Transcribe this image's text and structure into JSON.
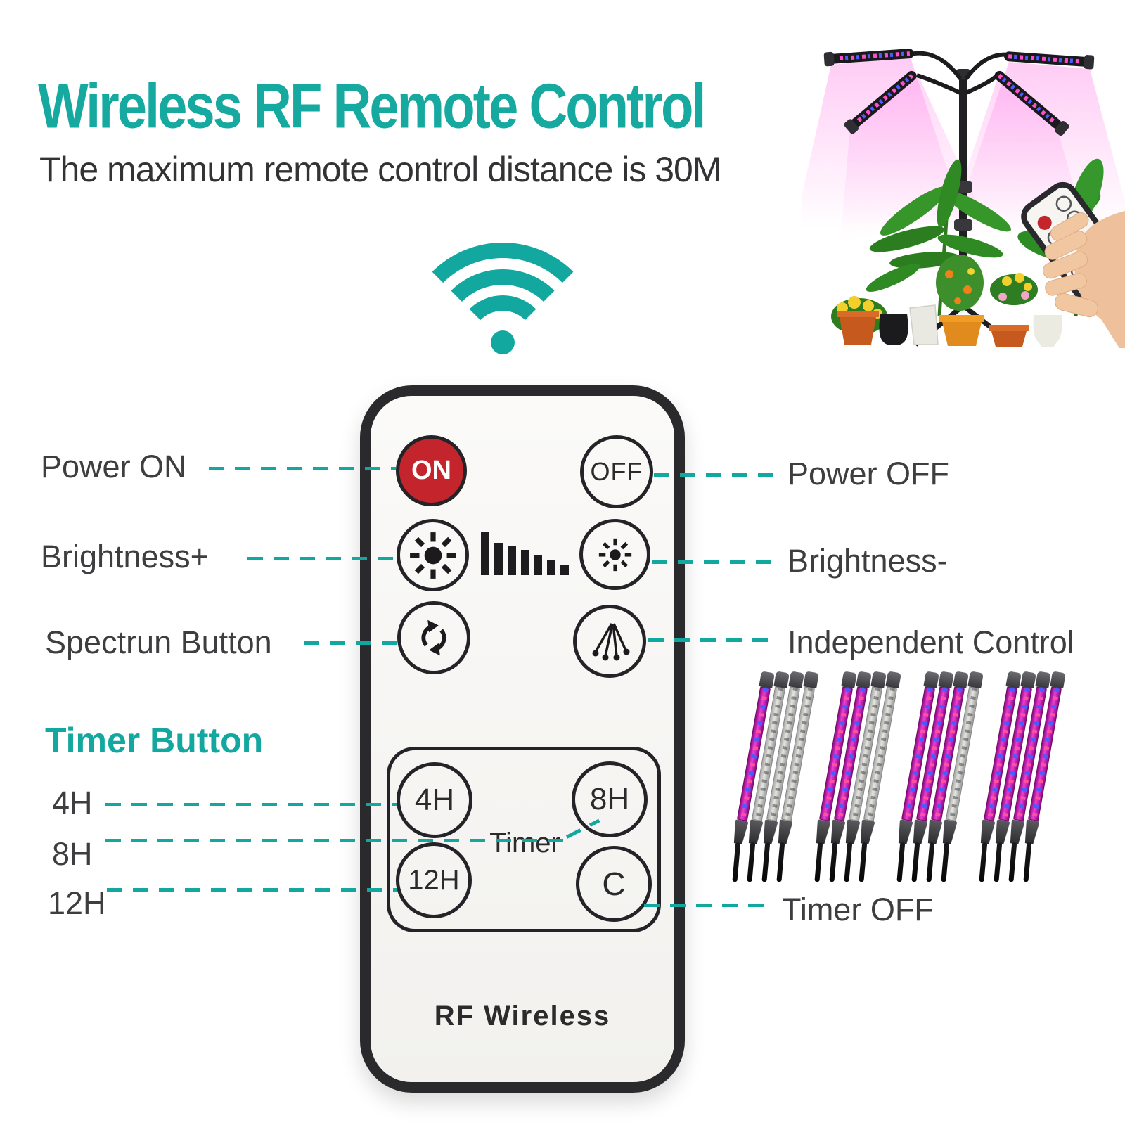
{
  "header": {
    "title": "Wireless RF Remote Control",
    "subtitle": "The maximum remote control distance is 30M"
  },
  "colors": {
    "accent_teal": "#13a89f",
    "headline_teal": "#16a9a0",
    "text_dark": "#3a3a3c",
    "power_red": "#c4242c",
    "remote_body": "#2a2a2d",
    "remote_face": "#f7f6f3",
    "grow_light_pink": "#ee3fd4"
  },
  "labels": {
    "power_on": "Power ON",
    "brightness_plus": "Brightness+",
    "spectrum": "Spectrun Button",
    "timer_heading": "Timer Button",
    "h4": "4H",
    "h8": "8H",
    "h12": "12H",
    "power_off": "Power OFF",
    "brightness_minus": "Brightness-",
    "independent": "Independent Control",
    "timer_off": "Timer OFF"
  },
  "remote": {
    "btn_on": "ON",
    "btn_off": "OFF",
    "btn_4h": "4H",
    "btn_8h": "8H",
    "btn_12h": "12H",
    "btn_c": "C",
    "timer_label": "Timer",
    "brand": "RF Wireless"
  },
  "icons": {
    "wifi": "wifi-icon",
    "brightness_plus": "sun-bright-icon",
    "brightness_minus": "sun-dim-icon",
    "spectrum": "cycle-arrows-icon",
    "independent": "fan-rays-icon",
    "signal": "signal-bars-icon"
  },
  "led_strips": {
    "tubes_per_group": 4,
    "lit_counts": [
      1,
      2,
      3,
      4
    ]
  }
}
